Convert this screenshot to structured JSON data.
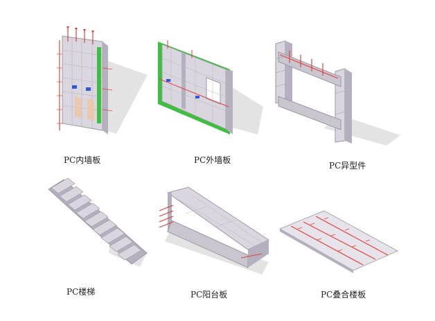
{
  "components": [
    {
      "id": "inner-wall",
      "caption": "PC内墙板"
    },
    {
      "id": "outer-wall",
      "caption": "PC外墙板"
    },
    {
      "id": "special",
      "caption": "PC异型件"
    },
    {
      "id": "stair",
      "caption": "PC楼梯"
    },
    {
      "id": "balcony",
      "caption": "PC阳台板"
    },
    {
      "id": "slab",
      "caption": "PC叠合楼板"
    }
  ],
  "colors": {
    "concrete": "#d9d6df",
    "concrete_dark": "#9c98a6",
    "rebar": "#e0413a",
    "green_frame": "#3fbf3f",
    "blue_mark": "#2f59d8",
    "shadow": "#cfcfcf"
  }
}
